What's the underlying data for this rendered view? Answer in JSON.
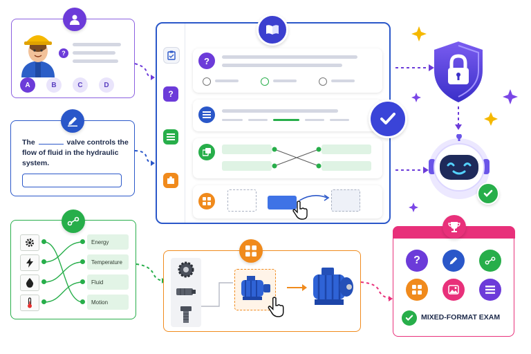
{
  "mcq": {
    "options": [
      "A",
      "B",
      "C",
      "D"
    ]
  },
  "fill_blank": {
    "text_before": "The",
    "text_after": "valve controls the flow of fluid in the hydraulic system."
  },
  "matching": {
    "labels": [
      "Energy",
      "Temperature",
      "Fluid",
      "Motion"
    ]
  },
  "exam": {
    "label": "MIXED-FORMAT EXAM"
  },
  "colors": {
    "purple": "#6c3bd9",
    "blue": "#2a57c9",
    "green": "#27ae4a",
    "orange": "#f08a1c",
    "pink": "#e8307a"
  },
  "icons": {
    "mcq_badge": "user-icon",
    "fill_badge": "pencil-icon",
    "match_badge": "connect-icon",
    "drag_badge": "grid-icon",
    "main_badge": "book-icon",
    "exam_badge": "trophy-icon",
    "security": "lock-shield-icon",
    "assistant": "robot-icon"
  }
}
